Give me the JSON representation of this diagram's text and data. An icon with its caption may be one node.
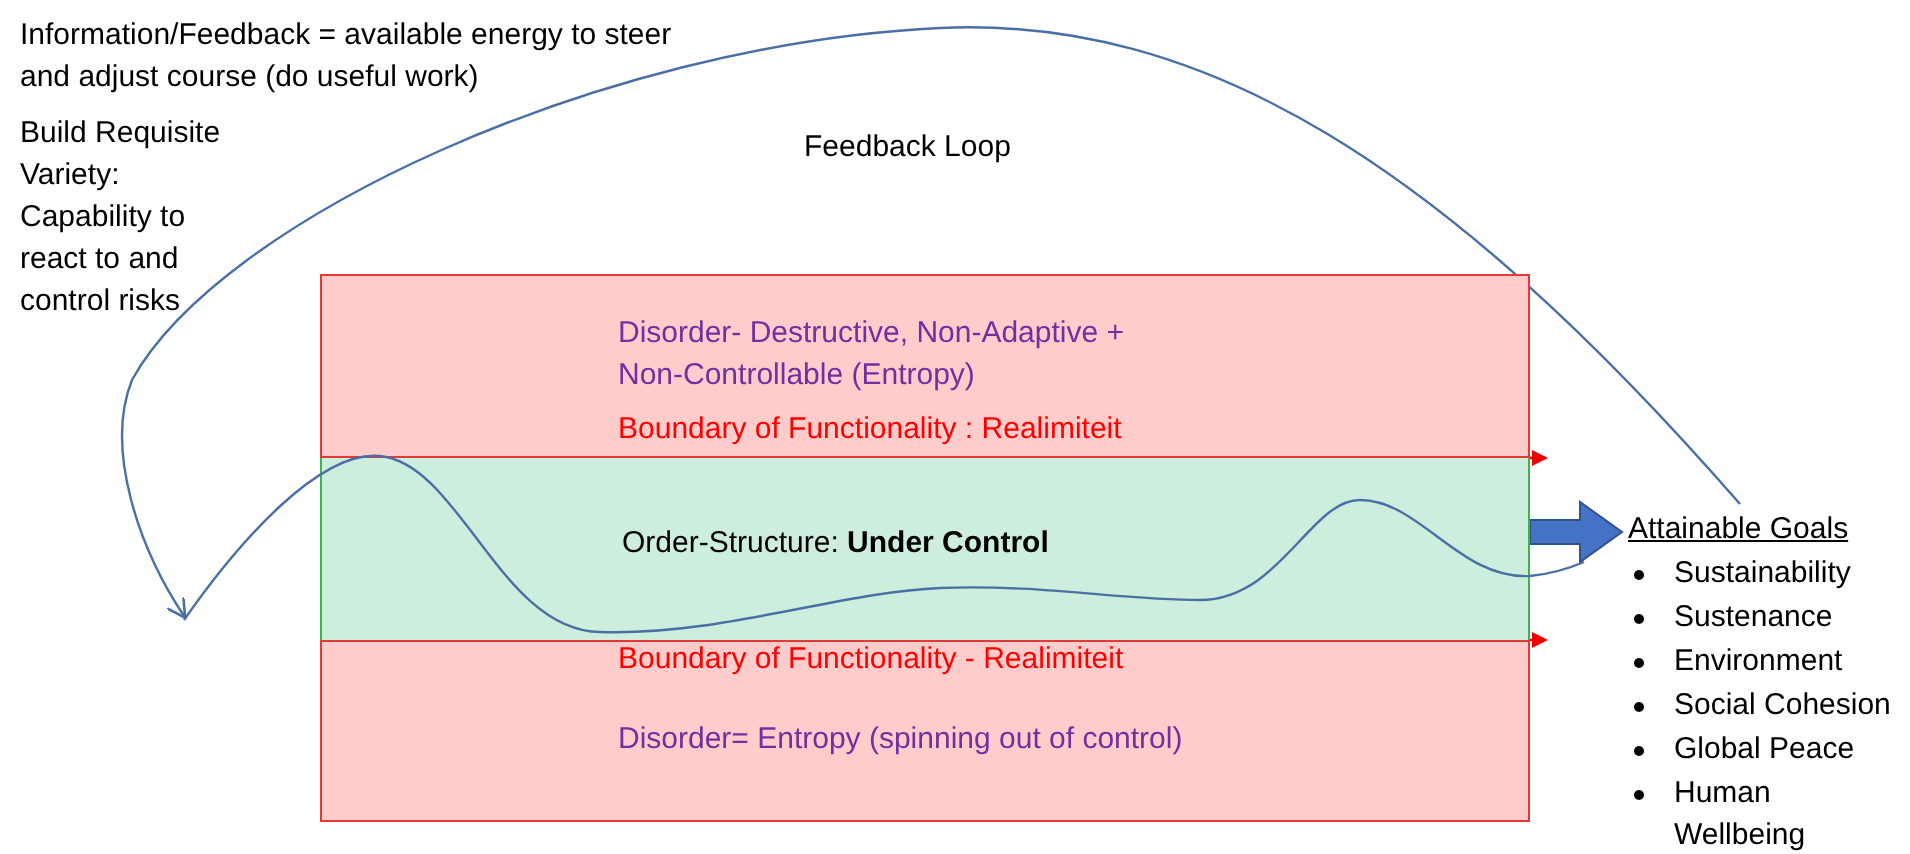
{
  "diagram": {
    "nodes": [
      {
        "text": [
          "Disorder- Destructive, Non-Adaptive + Non-Controllable  (Entropy)",
          "Boundary of Functionality : Realimiteit"
        ]
      },
      {
        "text": [
          "Order-Structure: **Under Control**"
        ]
      },
      {
        "text": [
          "Boundary of Functionality - Realimiteit",
          "Disorder= Entropy (spinning out of control)"
        ]
      },
      {
        "text": [
          "Attainable Goals",
          "Sustainability",
          "Sustenance",
          "Environment",
          "Social Cohesion",
          "Global Peace",
          "Human Wellbeing"
        ]
      }
    ],
    "edges": [
      {
        "from": 1,
        "to": 3,
        "arrow": "to",
        "style": "thick",
        "color": "#4472c4"
      },
      {
        "from": 3,
        "to": null,
        "arrow": "to",
        "label": "Feedback Loop"
      }
    ],
    "labels": [
      "Information/Feedback = available energy to steer and adjust course (do useful work)",
      "Build Requisite Variety: Capability to react to and control risks"
    ]
  }
}
